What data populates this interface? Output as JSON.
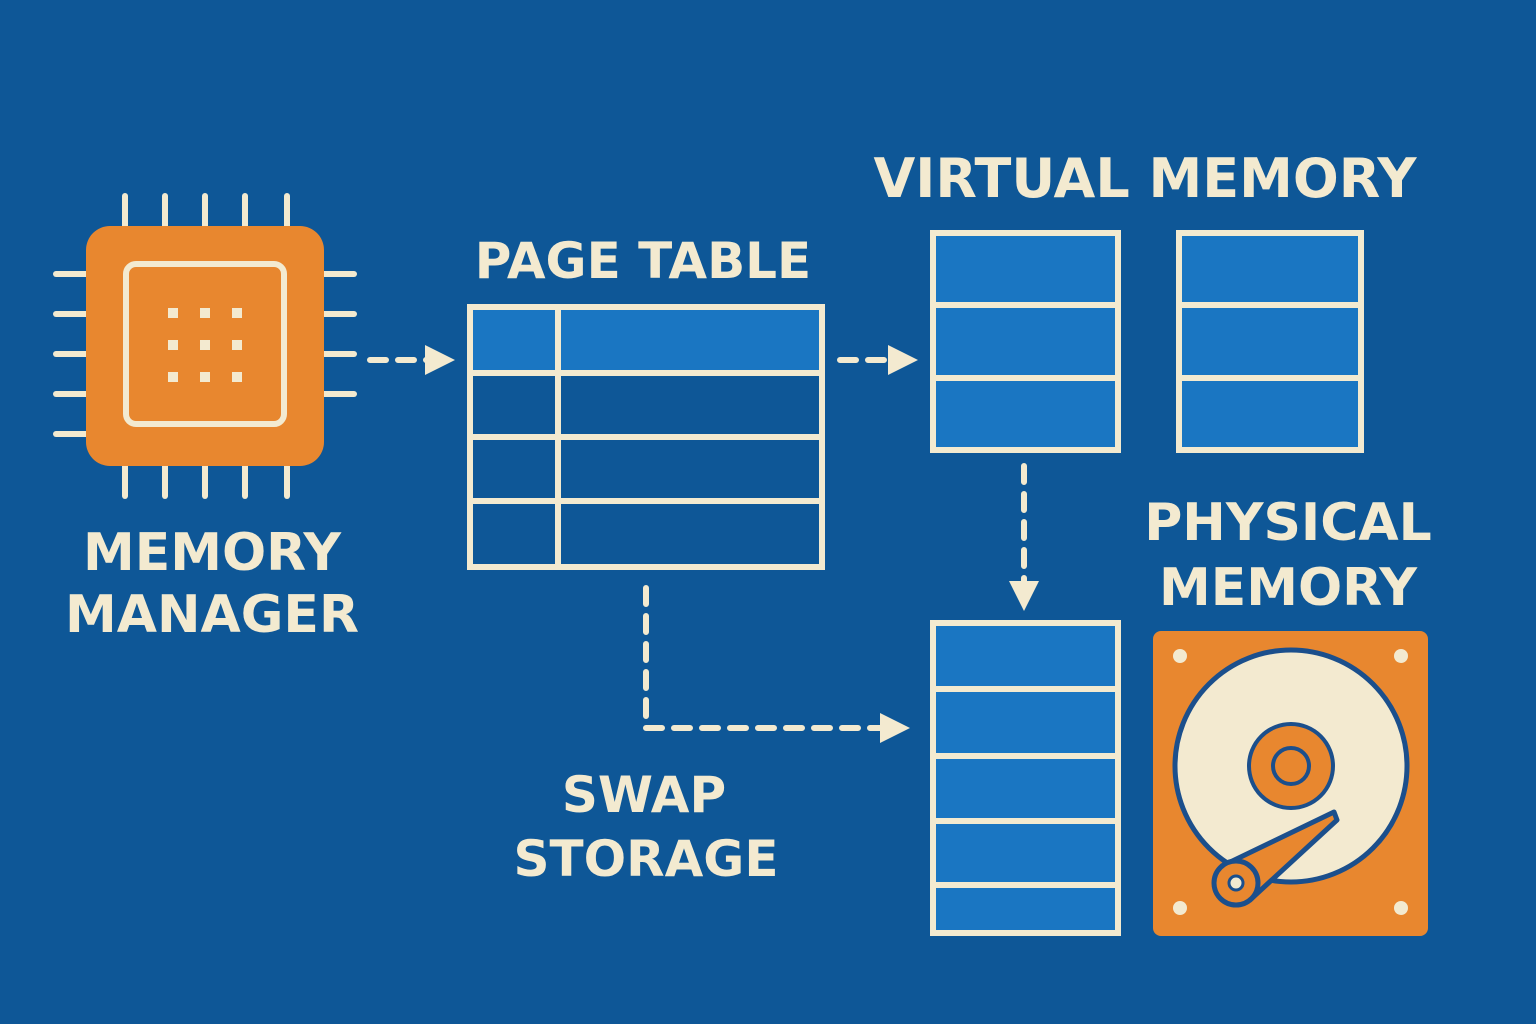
{
  "colors": {
    "background": "#0e5797",
    "cream": "#f3ead0",
    "orange": "#e8872f",
    "cell_blue": "#1a76c2",
    "navy": "#1b4f8c"
  },
  "labels": {
    "memory_manager": [
      "MEMORY",
      "MANAGER"
    ],
    "page_table": "PAGE TABLE",
    "virtual_memory": "VIRTUAL MEMORY",
    "physical_memory": [
      "PHYSICAL",
      "MEMORY"
    ],
    "swap_storage": [
      "SWAP",
      "STORAGE"
    ]
  },
  "icons": {
    "memory_manager": "cpu-chip-icon",
    "physical_memory": "hard-disk-icon"
  },
  "connections": [
    {
      "from": "memory-manager",
      "to": "page-table",
      "style": "dashed-arrow"
    },
    {
      "from": "page-table",
      "to": "virtual-memory",
      "style": "dashed-arrow"
    },
    {
      "from": "virtual-memory",
      "to": "memory-stack",
      "style": "dashed-arrow"
    },
    {
      "from": "page-table",
      "to": "memory-stack",
      "style": "dashed-arrow"
    }
  ]
}
